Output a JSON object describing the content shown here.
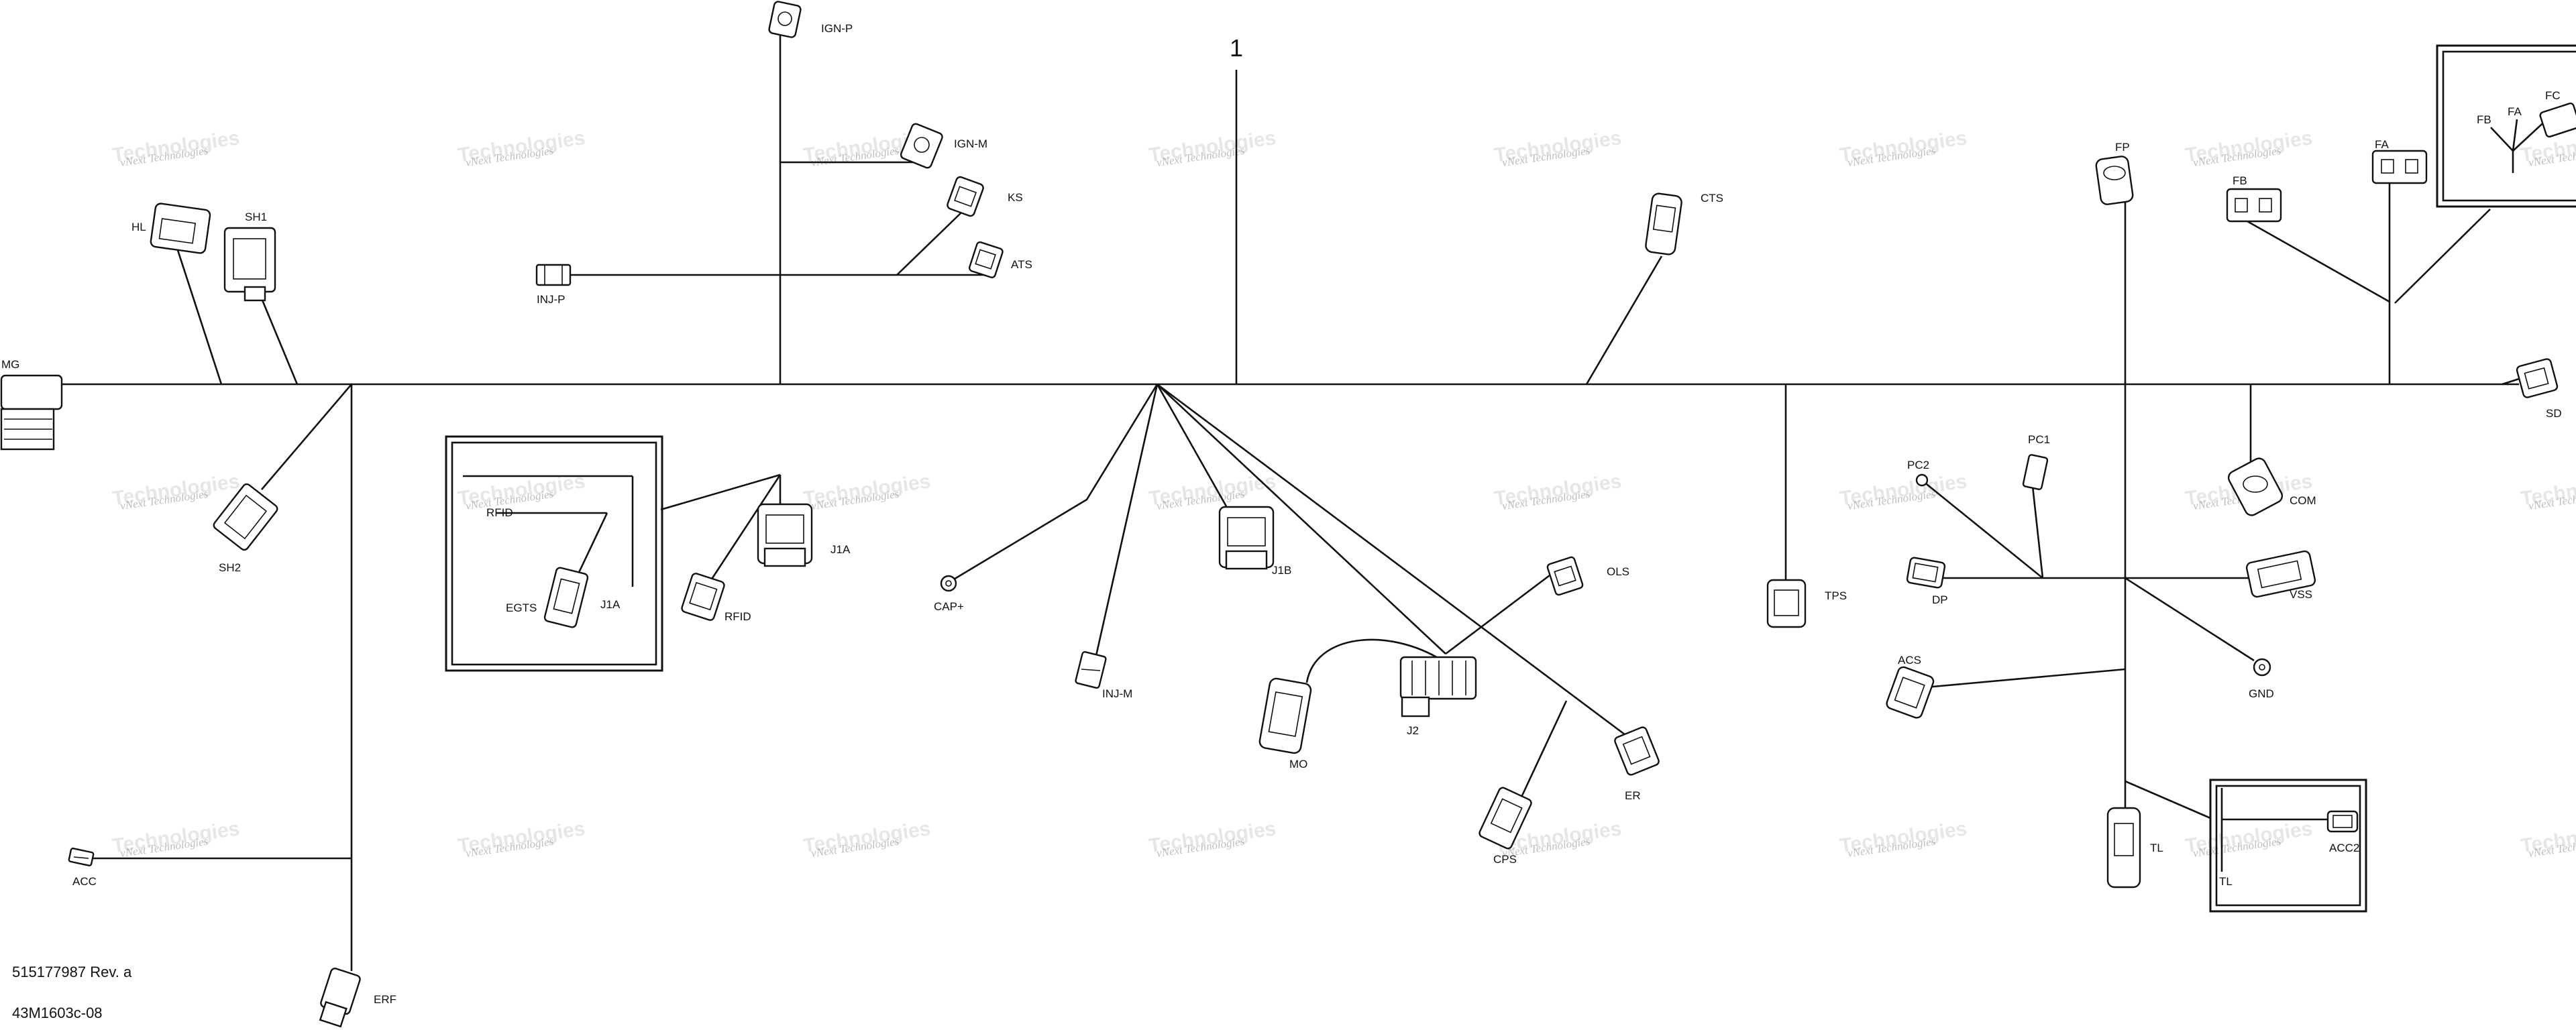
{
  "diagram": {
    "reference_number": "1",
    "part_number": "515177987 Rev. a",
    "drawing_code": "43M1603c-08",
    "watermark_line1": "vNext Technologies",
    "watermark_line2": "Technologies",
    "connectors": {
      "mg": "MG",
      "hl": "HL",
      "sh1": "SH1",
      "sh2": "SH2",
      "acc": "ACC",
      "erf": "ERF",
      "ign_p": "IGN-P",
      "ign_m": "IGN-M",
      "ks": "KS",
      "ats": "ATS",
      "inj_p": "INJ-P",
      "rfid_box": "RFID",
      "egts": "EGTS",
      "j1a_box": "J1A",
      "rfid": "RFID",
      "j1a": "J1A",
      "cap_plus": "CAP+",
      "inj_m": "INJ-M",
      "j1b": "J1B",
      "mo": "MO",
      "j2": "J2",
      "ols": "OLS",
      "cps": "CPS",
      "er": "ER",
      "cts": "CTS",
      "tps": "TPS",
      "pc2": "PC2",
      "pc1": "PC1",
      "dp": "DP",
      "acs": "ACS",
      "fp": "FP",
      "fb": "FB",
      "fa": "FA",
      "fb_box": "FB",
      "fa_box": "FA",
      "fc_box": "FC",
      "com": "COM",
      "vss": "VSS",
      "gnd": "GND",
      "tl": "TL",
      "tl_box": "TL",
      "acc2": "ACC2",
      "sd": "SD"
    }
  }
}
